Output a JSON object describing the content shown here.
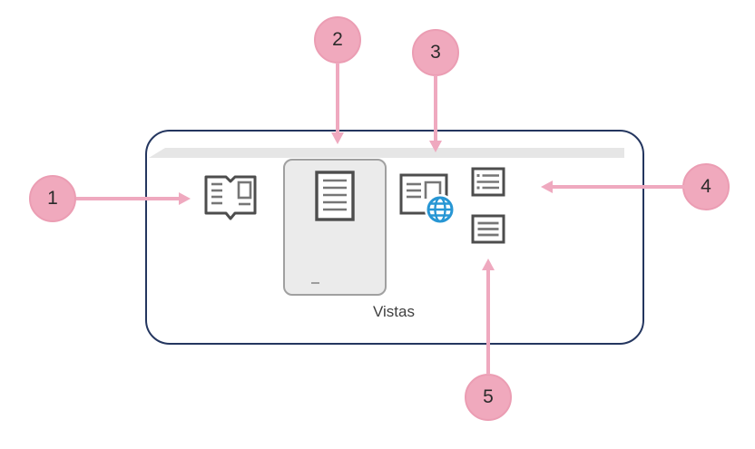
{
  "figure": {
    "group_label": "Vistas",
    "buttons": [
      {
        "id": "read-mode",
        "icon": "read-mode-icon",
        "selected": false
      },
      {
        "id": "print-layout",
        "icon": "print-layout-icon",
        "selected": true
      },
      {
        "id": "web-layout",
        "icon": "web-layout-icon",
        "selected": false
      },
      {
        "id": "outline",
        "icon": "outline-icon",
        "selected": false
      },
      {
        "id": "draft",
        "icon": "draft-icon",
        "selected": false
      }
    ]
  },
  "callouts": [
    {
      "number": "1"
    },
    {
      "number": "2"
    },
    {
      "number": "3"
    },
    {
      "number": "4"
    },
    {
      "number": "5"
    }
  ],
  "colors": {
    "panel_border": "#24365f",
    "ribbon_strip": "#e6e6e6",
    "selected_fill": "#ebebeb",
    "selected_border": "#a0a0a0",
    "icon_stroke": "#4d4d4d",
    "icon_lines": "#767676",
    "globe_blue": "#2796d4",
    "callout_fill": "#f0a9bd",
    "callout_border": "#eb9db3",
    "arrow": "#efa9bf",
    "label_text": "#3f3f3f"
  }
}
